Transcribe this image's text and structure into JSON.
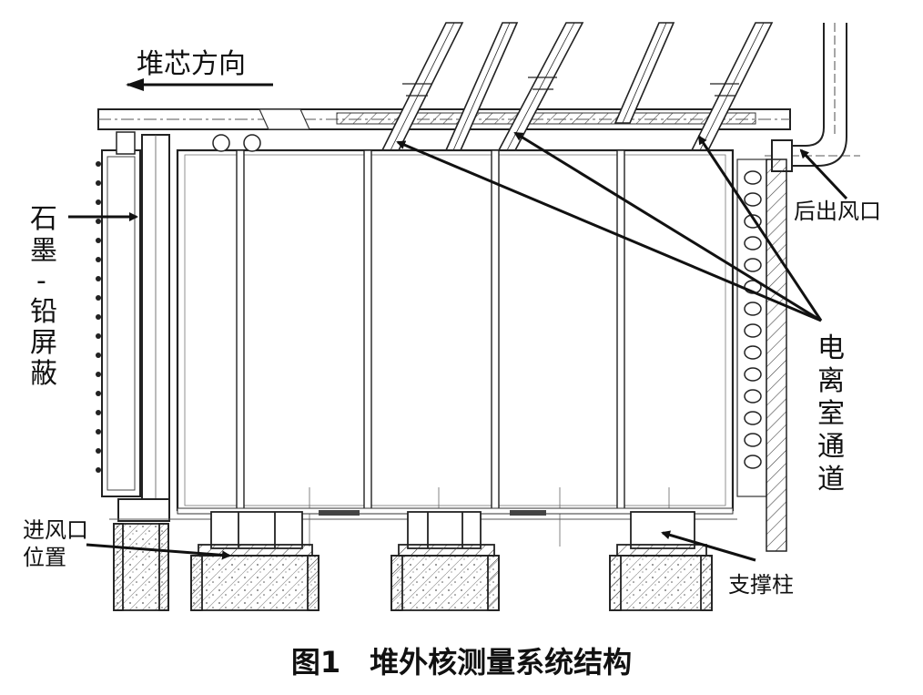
{
  "labels": {
    "core_direction": "堆芯方向",
    "graphite_lead_shield": [
      "石",
      "墨",
      "-",
      "铅",
      "屏",
      "蔽"
    ],
    "rear_outlet": "后出风口",
    "ion_chamber_channel": [
      "电",
      "离",
      "室",
      "通",
      "道"
    ],
    "inlet_position": [
      "进风口",
      "位置"
    ],
    "support_column": "支撑柱"
  },
  "caption": "图1　堆外核测量系统结构"
}
